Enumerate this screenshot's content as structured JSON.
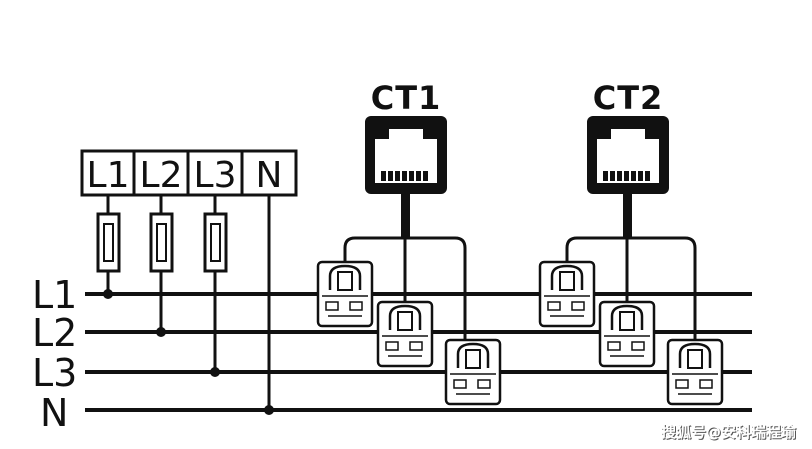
{
  "lines": [
    {
      "label": "L1"
    },
    {
      "label": "L2"
    },
    {
      "label": "L3"
    },
    {
      "label": "N"
    }
  ],
  "terminals": [
    "L1",
    "L2",
    "L3",
    "N"
  ],
  "ct_modules": [
    {
      "title": "CT1"
    },
    {
      "title": "CT2"
    }
  ],
  "watermark": "搜狐号@安科瑞程瑜",
  "colors": {
    "ink": "#111111",
    "background": "#ffffff",
    "watermark": "#ffffff"
  }
}
